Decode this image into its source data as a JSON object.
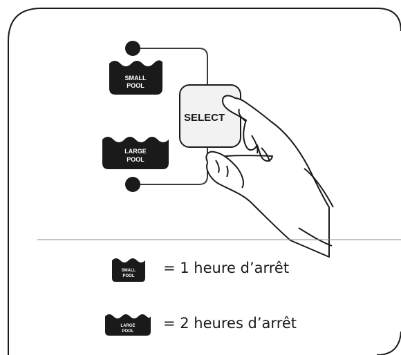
{
  "panel": {
    "small_pool_label": [
      "SMALL",
      "POOL"
    ],
    "large_pool_label": [
      "LARGE",
      "POOL"
    ],
    "select_button_label": "SELECT"
  },
  "legend": {
    "small": {
      "badge": [
        "SMALL",
        "POOL"
      ],
      "text": "= 1 heure d’arrêt"
    },
    "large": {
      "badge": [
        "LARGE",
        "POOL"
      ],
      "text": "= 2 heures d’arrêt"
    }
  },
  "colors": {
    "ink": "#1a1a1a",
    "paper": "#ffffff",
    "line": "#3a3a3a",
    "button": "#f2f2f2"
  }
}
